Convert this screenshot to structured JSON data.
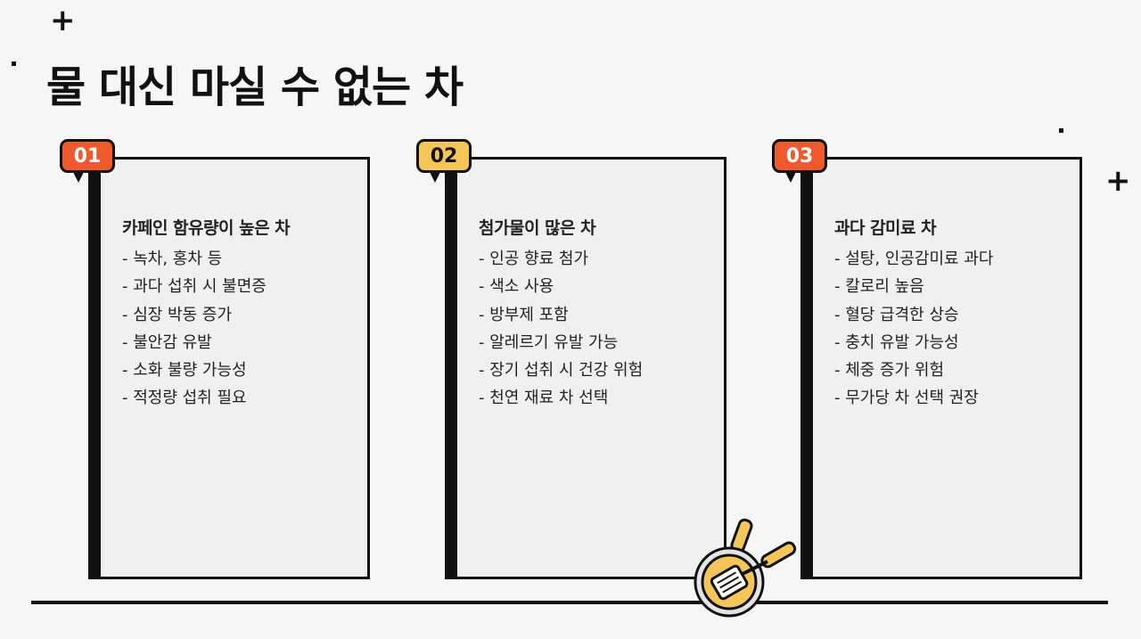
{
  "title": "물 대신 마실 수 없는 차",
  "cards": [
    {
      "badge": "01",
      "title": "카페인 함유량이 높은 차",
      "items": [
        "- 녹차, 홍차 등",
        "- 과다 섭취 시 불면증",
        "- 심장 박동 증가",
        "- 불안감 유발",
        "- 소화 불량 가능성",
        "- 적정량 섭취 필요"
      ]
    },
    {
      "badge": "02",
      "title": "첨가물이 많은 차",
      "items": [
        "- 인공 향료 첨가",
        "- 색소 사용",
        "- 방부제 포함",
        "- 알레르기 유발 가능",
        "- 장기 섭취 시 건강 위험",
        "- 천연 재료 차 선택"
      ]
    },
    {
      "badge": "03",
      "title": "과다 감미료 차",
      "items": [
        "- 설탕, 인공감미료 과다",
        "- 칼로리 높음",
        "- 혈당 급격한 상승",
        "- 충치 유발 가능성",
        "- 체중 증가 위험",
        "- 무가당 차 선택 권장"
      ]
    }
  ],
  "colors": {
    "orange": "#ee5a2b",
    "yellow": "#f4c65a",
    "ink": "#111111"
  }
}
